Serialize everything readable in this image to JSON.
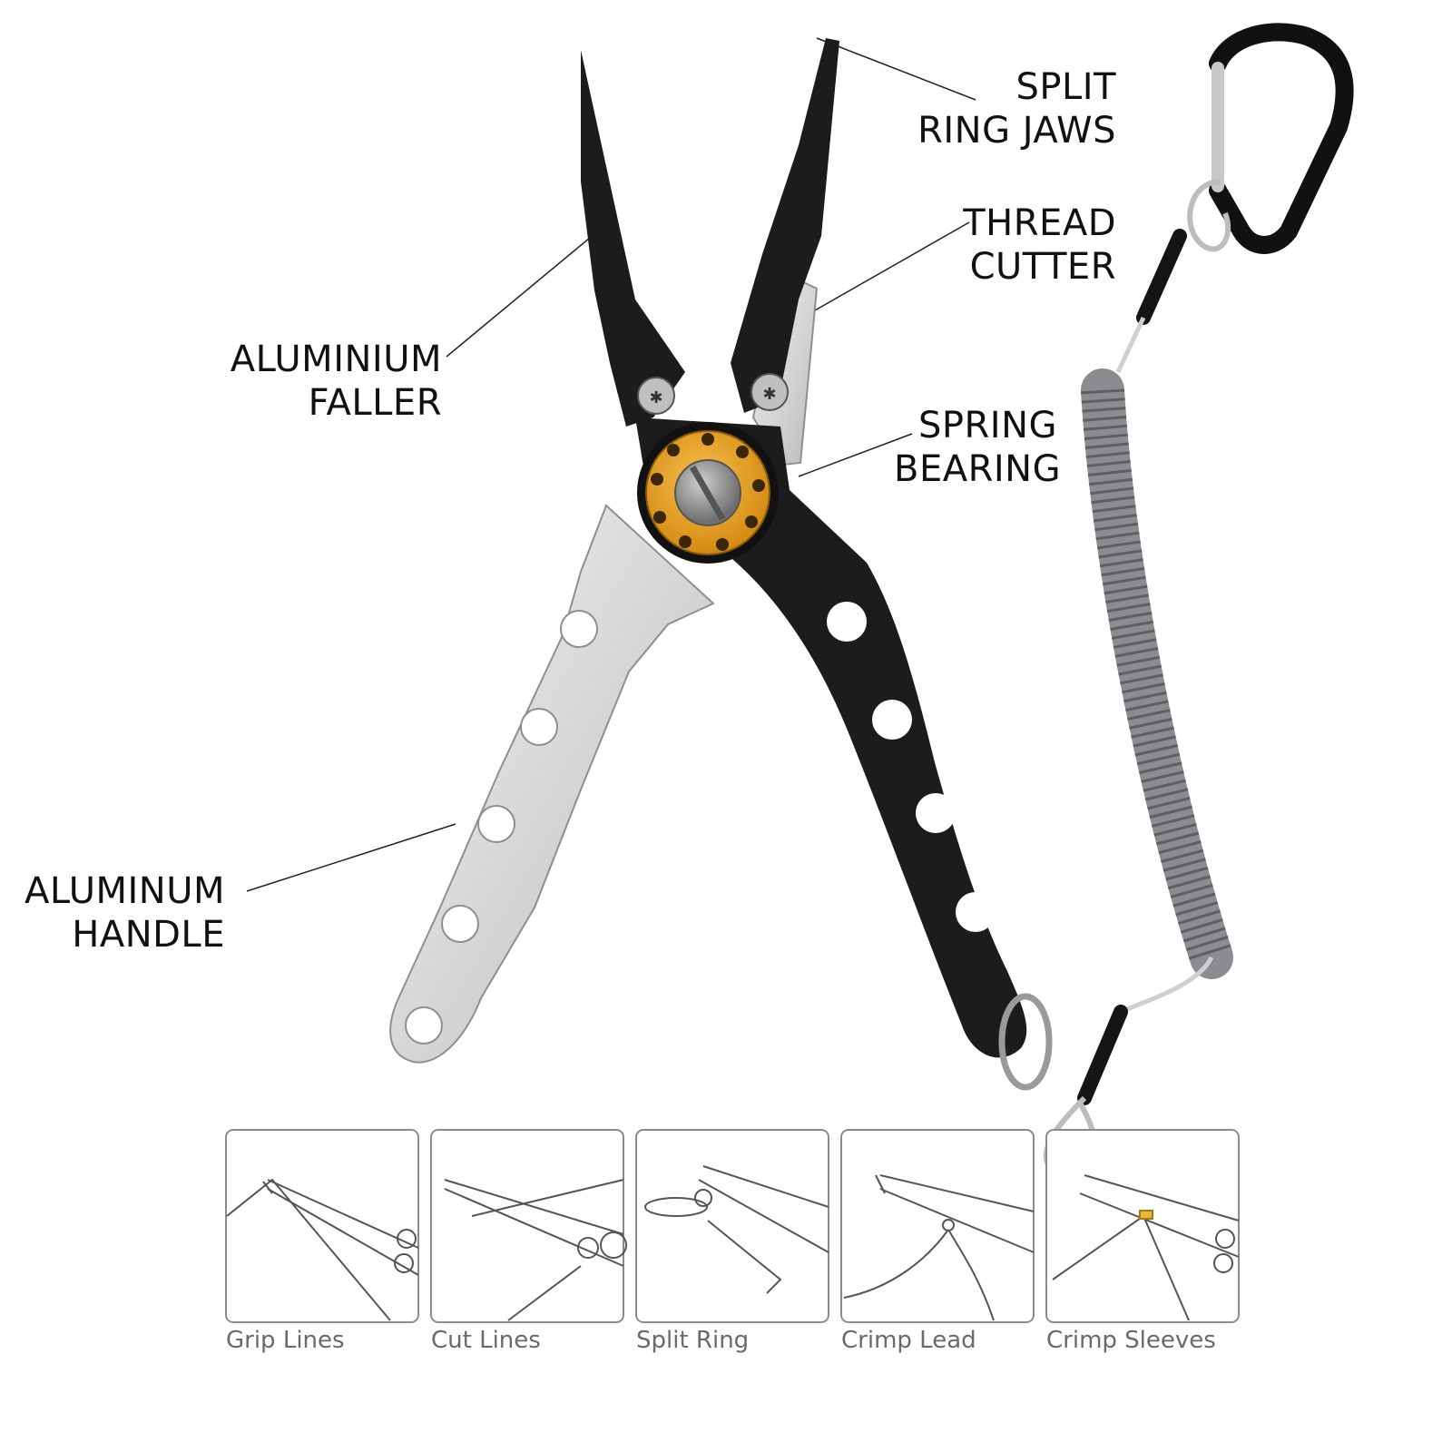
{
  "callouts": {
    "split_ring_jaws": [
      "SPLIT",
      "RING JAWS"
    ],
    "thread_cutter": [
      "THREAD",
      "CUTTER"
    ],
    "aluminium_faller": [
      "ALUMINIUM",
      "FALLER"
    ],
    "spring_bearing": [
      "SPRING",
      "BEARING"
    ],
    "aluminum_handle": [
      "ALUMINUM",
      "HANDLE"
    ]
  },
  "uses": [
    {
      "label": "Grip Lines"
    },
    {
      "label": "Cut Lines"
    },
    {
      "label": "Split Ring"
    },
    {
      "label": "Crimp Lead"
    },
    {
      "label": "Crimp Sleeves"
    }
  ],
  "colors": {
    "black_anodized": "#1c1c1e",
    "silver": "#d9dadb",
    "gold_bearing": "#e59a1c",
    "lanyard_coil": "#8a8c8f"
  }
}
